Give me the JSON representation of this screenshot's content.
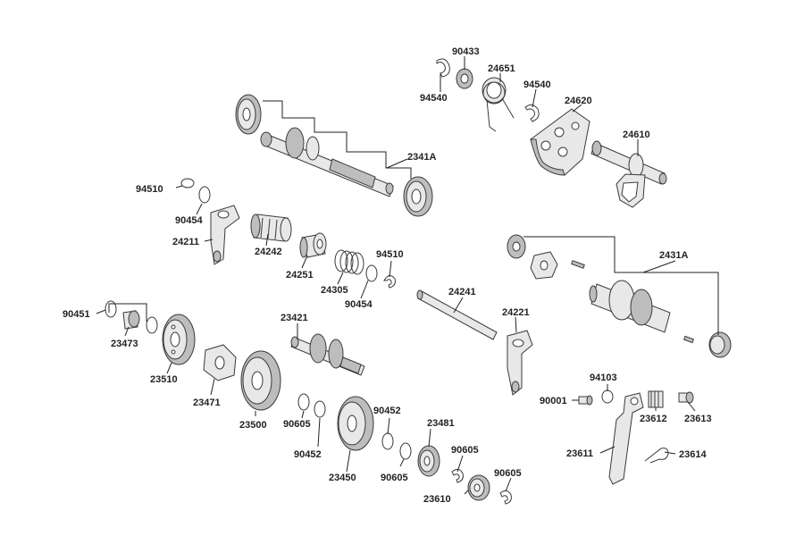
{
  "diagram": {
    "labels": {
      "p90433": "90433",
      "p24651": "24651",
      "p94540a": "94540",
      "p94540b": "94540",
      "p24620": "24620",
      "p24610": "24610",
      "p2341A": "2341A",
      "p94510a": "94510",
      "p90454a": "90454",
      "p24211": "24211",
      "p24242": "24242",
      "p24251": "24251",
      "p24305": "24305",
      "p94510b": "94510",
      "p90454b": "90454",
      "p2431A": "2431A",
      "p24241": "24241",
      "p24221": "24221",
      "p90451": "90451",
      "p23473": "23473",
      "p23510": "23510",
      "p23471": "23471",
      "p23421": "23421",
      "p23500": "23500",
      "p90605a": "90605",
      "p90452a": "90452",
      "p90452b": "90452",
      "p23450": "23450",
      "p23481": "23481",
      "p90605b": "90605",
      "p90605c": "90605",
      "p90605d": "90605",
      "p23610": "23610",
      "p94103": "94103",
      "p90001": "90001",
      "p23612": "23612",
      "p23613": "23613",
      "p23611": "23611",
      "p23614": "23614"
    },
    "colors": {
      "line": "#222222",
      "part_fill": "#e8e8e8",
      "part_shade": "#bdbdbd",
      "background": "#ffffff"
    }
  }
}
